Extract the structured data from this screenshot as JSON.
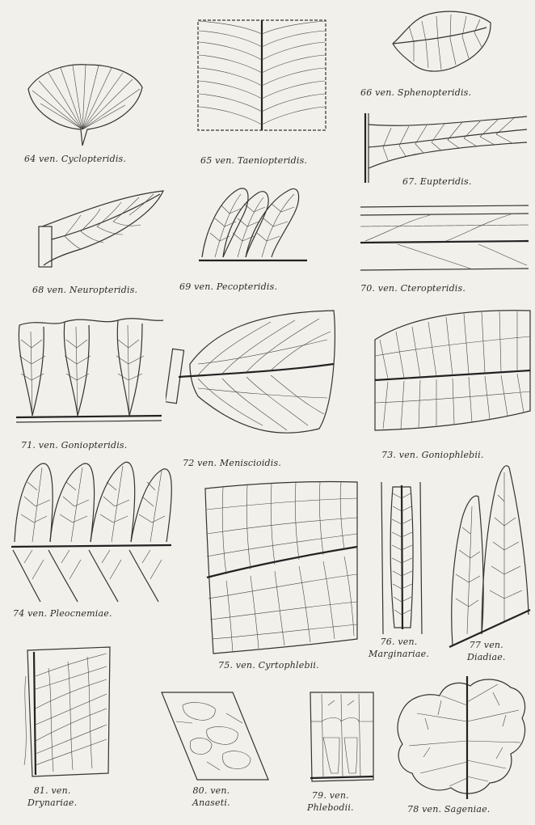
{
  "plate": {
    "background": "#f1f0ea",
    "ink": "#333333",
    "figures": [
      {
        "id": "fig64",
        "caption": "64 ven. Cyclopteridis."
      },
      {
        "id": "fig65",
        "caption": "65 ven. Taeniopteridis."
      },
      {
        "id": "fig66",
        "caption": "66 ven. Sphenopteridis."
      },
      {
        "id": "fig67",
        "caption": "67. Eupteridis."
      },
      {
        "id": "fig68",
        "caption": "68 ven. Neuropteridis."
      },
      {
        "id": "fig69",
        "caption": "69 ven. Pecopteridis."
      },
      {
        "id": "fig70",
        "caption": "70. ven. Cteropteridis."
      },
      {
        "id": "fig71",
        "caption": "71. ven. Goniopteridis."
      },
      {
        "id": "fig72",
        "caption": "72 ven. Meniscioidis."
      },
      {
        "id": "fig73",
        "caption": "73. ven. Goniophlebii."
      },
      {
        "id": "fig74",
        "caption": "74 ven. Pleocnemiae."
      },
      {
        "id": "fig75",
        "caption": "75. ven. Cyrtophlebii."
      },
      {
        "id": "fig76",
        "caption_line1": "76. ven.",
        "caption_line2": "Marginariae."
      },
      {
        "id": "fig77",
        "caption_line1": "77 ven.",
        "caption_line2": "Diadiae."
      },
      {
        "id": "fig81",
        "caption_line1": "81. ven.",
        "caption_line2": "Drynariae."
      },
      {
        "id": "fig80",
        "caption_line1": "80. ven.",
        "caption_line2": "Anaseti."
      },
      {
        "id": "fig79",
        "caption_line1": "79. ven.",
        "caption_line2": "Phlebodii."
      },
      {
        "id": "fig78",
        "caption": "78 ven. Sageniae."
      }
    ]
  }
}
